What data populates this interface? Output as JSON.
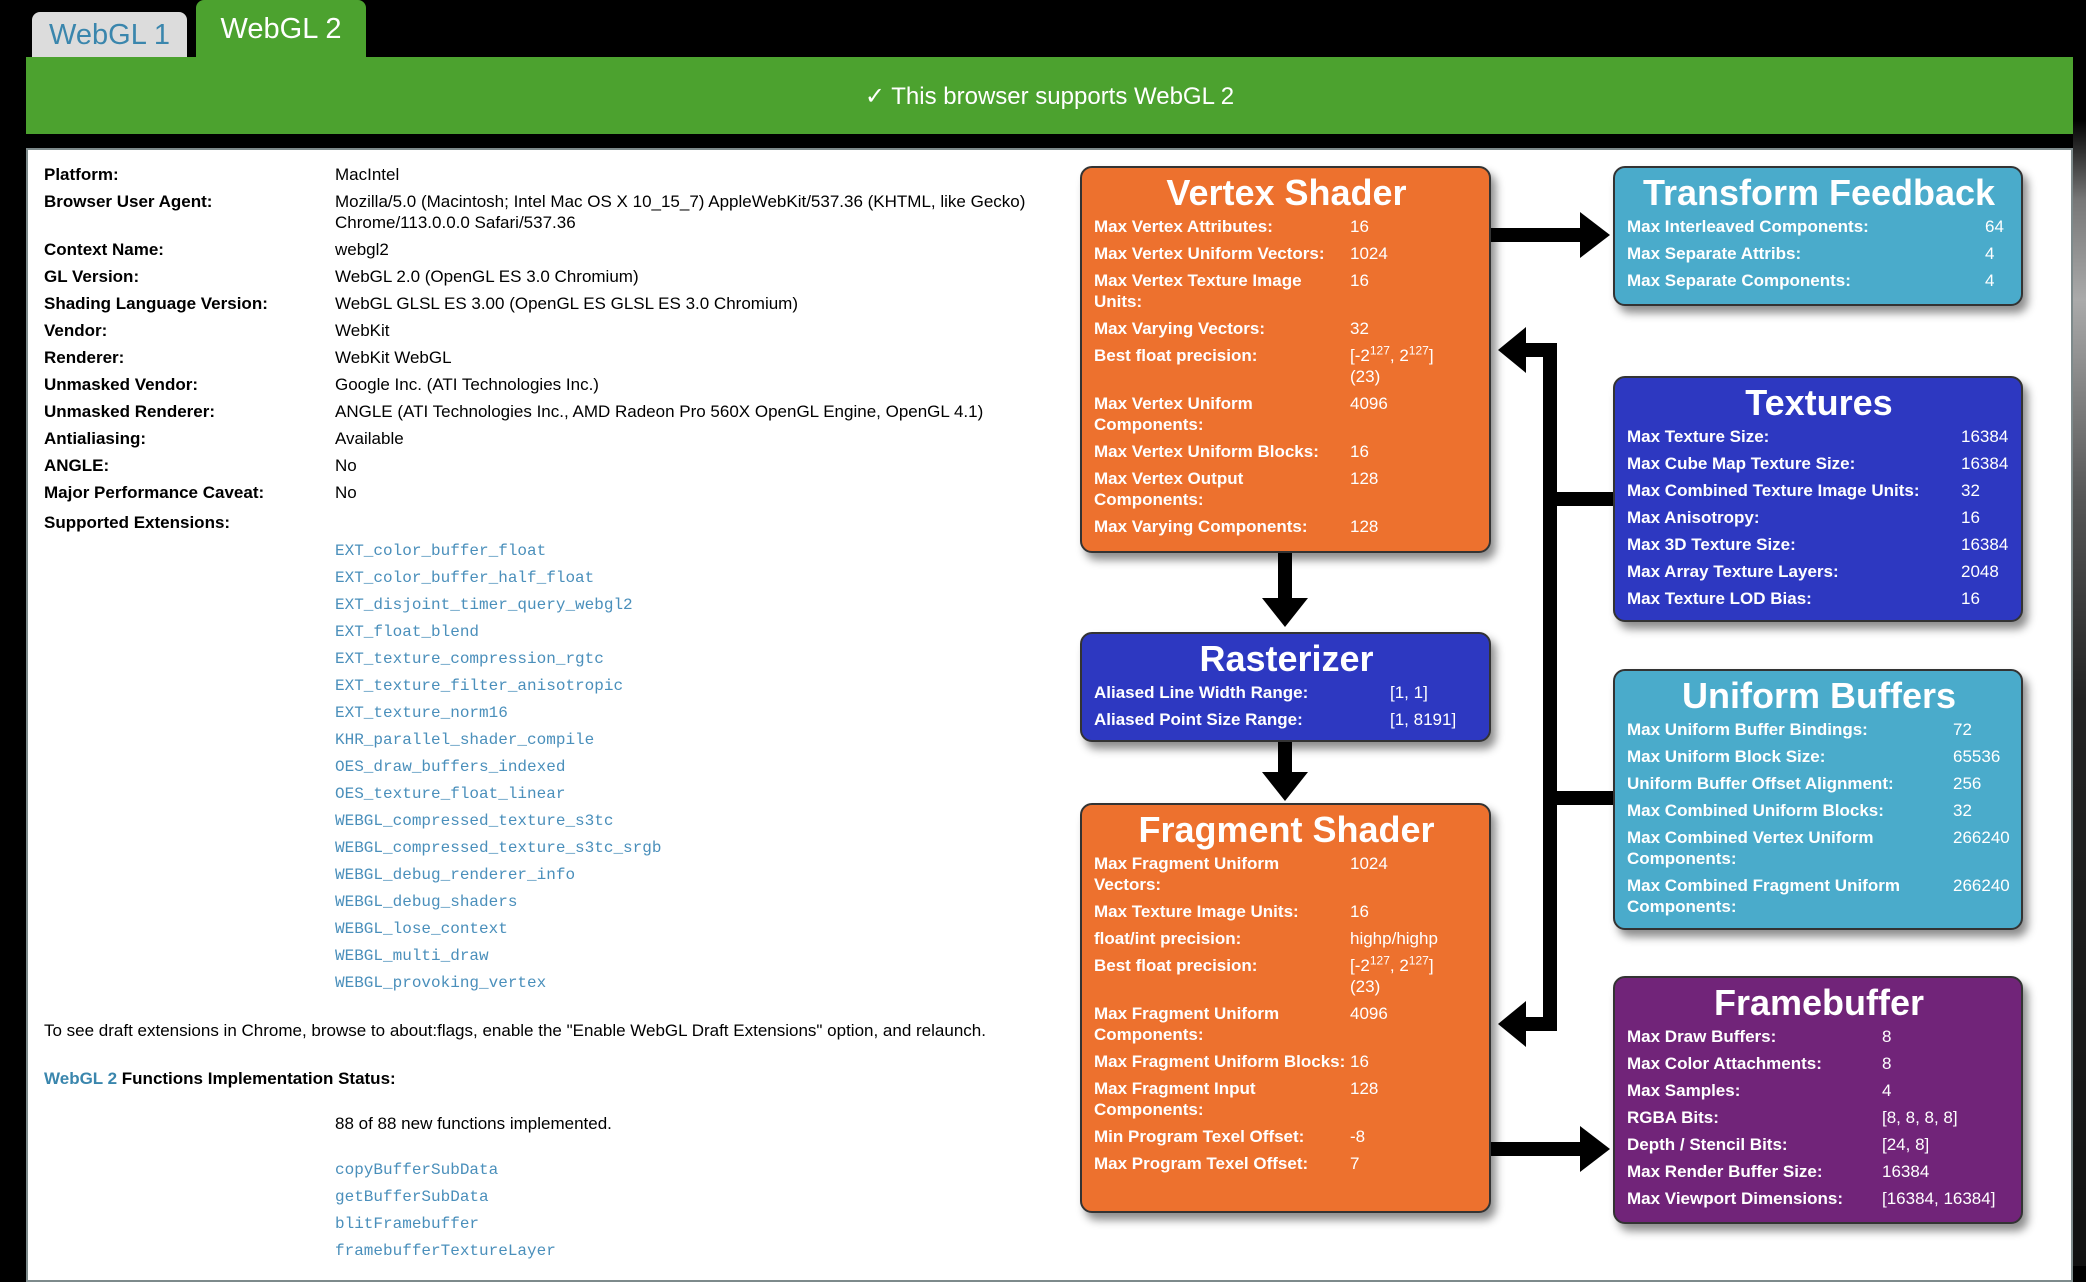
{
  "tabs": [
    {
      "label": "WebGL 1"
    },
    {
      "label": "WebGL 2"
    }
  ],
  "banner": "✓ This browser supports WebGL 2",
  "info": [
    {
      "label": "Platform:",
      "value": "MacIntel"
    },
    {
      "label": "Browser User Agent:",
      "value": "Mozilla/5.0 (Macintosh; Intel Mac OS X 10_15_7) AppleWebKit/537.36 (KHTML, like Gecko) Chrome/113.0.0.0 Safari/537.36"
    },
    {
      "label": "Context Name:",
      "value": "webgl2"
    },
    {
      "label": "GL Version:",
      "value": "WebGL 2.0 (OpenGL ES 3.0 Chromium)"
    },
    {
      "label": "Shading Language Version:",
      "value": "WebGL GLSL ES 3.00 (OpenGL ES GLSL ES 3.0 Chromium)"
    },
    {
      "label": "Vendor:",
      "value": "WebKit"
    },
    {
      "label": "Renderer:",
      "value": "WebKit WebGL"
    },
    {
      "label": "Unmasked Vendor:",
      "value": "Google Inc. (ATI Technologies Inc.)"
    },
    {
      "label": "Unmasked Renderer:",
      "value": "ANGLE (ATI Technologies Inc., AMD Radeon Pro 560X OpenGL Engine, OpenGL 4.1)"
    },
    {
      "label": "Antialiasing:",
      "value": "Available"
    },
    {
      "label": "ANGLE:",
      "value": "No"
    },
    {
      "label": "Major Performance Caveat:",
      "value": "No"
    }
  ],
  "extensions_label": "Supported Extensions:",
  "extensions": [
    "EXT_color_buffer_float",
    "EXT_color_buffer_half_float",
    "EXT_disjoint_timer_query_webgl2",
    "EXT_float_blend",
    "EXT_texture_compression_rgtc",
    "EXT_texture_filter_anisotropic",
    "EXT_texture_norm16",
    "KHR_parallel_shader_compile",
    "OES_draw_buffers_indexed",
    "OES_texture_float_linear",
    "WEBGL_compressed_texture_s3tc",
    "WEBGL_compressed_texture_s3tc_srgb",
    "WEBGL_debug_renderer_info",
    "WEBGL_debug_shaders",
    "WEBGL_lose_context",
    "WEBGL_multi_draw",
    "WEBGL_provoking_vertex"
  ],
  "draft_note": "To see draft extensions in Chrome, browse to about:flags, enable the \"Enable WebGL Draft Extensions\" option, and relaunch.",
  "functions_heading": {
    "link": "WebGL 2",
    "text": " Functions Implementation Status:"
  },
  "functions_summary": "88 of 88 new functions implemented.",
  "functions": [
    "copyBufferSubData",
    "getBufferSubData",
    "blitFramebuffer",
    "framebufferTextureLayer"
  ],
  "precision": {
    "open": "[-2",
    "exp": "127",
    "mid": ", 2",
    "close": "]",
    "bits": "(23)"
  },
  "boxes": {
    "vertex": {
      "title": "Vertex Shader",
      "rows": [
        {
          "label": "Max Vertex Attributes:",
          "value": "16"
        },
        {
          "label": "Max Vertex Uniform Vectors:",
          "value": "1024"
        },
        {
          "label": "Max Vertex Texture Image Units:",
          "value": "16"
        },
        {
          "label": "Max Varying Vectors:",
          "value": "32"
        },
        {
          "label": "Best float precision:",
          "value": "precision"
        },
        {
          "label": "Max Vertex Uniform Components:",
          "value": "4096"
        },
        {
          "label": "Max Vertex Uniform Blocks:",
          "value": "16"
        },
        {
          "label": "Max Vertex Output Components:",
          "value": "128"
        },
        {
          "label": "Max Varying Components:",
          "value": "128"
        }
      ]
    },
    "transform": {
      "title": "Transform Feedback",
      "rows": [
        {
          "label": "Max Interleaved Components:",
          "value": "64"
        },
        {
          "label": "Max Separate Attribs:",
          "value": "4"
        },
        {
          "label": "Max Separate Components:",
          "value": "4"
        }
      ]
    },
    "textures": {
      "title": "Textures",
      "rows": [
        {
          "label": "Max Texture Size:",
          "value": "16384"
        },
        {
          "label": "Max Cube Map Texture Size:",
          "value": "16384"
        },
        {
          "label": "Max Combined Texture Image Units:",
          "value": "32"
        },
        {
          "label": "Max Anisotropy:",
          "value": "16"
        },
        {
          "label": "Max 3D Texture Size:",
          "value": "16384"
        },
        {
          "label": "Max Array Texture Layers:",
          "value": "2048"
        },
        {
          "label": "Max Texture LOD Bias:",
          "value": "16"
        }
      ]
    },
    "rasterizer": {
      "title": "Rasterizer",
      "rows": [
        {
          "label": "Aliased Line Width Range:",
          "value": "[1, 1]"
        },
        {
          "label": "Aliased Point Size Range:",
          "value": "[1, 8191]"
        }
      ]
    },
    "uniform": {
      "title": "Uniform Buffers",
      "rows": [
        {
          "label": "Max Uniform Buffer Bindings:",
          "value": "72"
        },
        {
          "label": "Max Uniform Block Size:",
          "value": "65536"
        },
        {
          "label": "Uniform Buffer Offset Alignment:",
          "value": "256"
        },
        {
          "label": "Max Combined Uniform Blocks:",
          "value": "32"
        },
        {
          "label": "Max Combined Vertex Uniform Components:",
          "value": "266240"
        },
        {
          "label": "Max Combined Fragment Uniform Components:",
          "value": "266240"
        }
      ]
    },
    "fragment": {
      "title": "Fragment Shader",
      "rows": [
        {
          "label": "Max Fragment Uniform Vectors:",
          "value": "1024"
        },
        {
          "label": "Max Texture Image Units:",
          "value": "16"
        },
        {
          "label": "float/int precision:",
          "value": "highp/highp"
        },
        {
          "label": "Best float precision:",
          "value": "precision"
        },
        {
          "label": "Max Fragment Uniform Components:",
          "value": "4096"
        },
        {
          "label": "Max Fragment Uniform Blocks:",
          "value": "16"
        },
        {
          "label": "Max Fragment Input Components:",
          "value": "128"
        },
        {
          "label": "Min Program Texel Offset:",
          "value": "-8"
        },
        {
          "label": "Max Program Texel Offset:",
          "value": "7"
        }
      ]
    },
    "framebuffer": {
      "title": "Framebuffer",
      "rows": [
        {
          "label": "Max Draw Buffers:",
          "value": "8"
        },
        {
          "label": "Max Color Attachments:",
          "value": "8"
        },
        {
          "label": "Max Samples:",
          "value": "4"
        },
        {
          "label": "RGBA Bits:",
          "value": "[8, 8, 8, 8]"
        },
        {
          "label": "Depth / Stencil Bits:",
          "value": "[24, 8]"
        },
        {
          "label": "Max Render Buffer Size:",
          "value": "16384"
        },
        {
          "label": "Max Viewport Dimensions:",
          "value": "[16384, 16384]"
        }
      ]
    }
  },
  "colors": {
    "green": "#4ca22f",
    "orange": "#ed712e",
    "blue": "#2d38c1",
    "teal": "#4aabcb",
    "purple": "#712479",
    "link": "#3a86ad"
  }
}
